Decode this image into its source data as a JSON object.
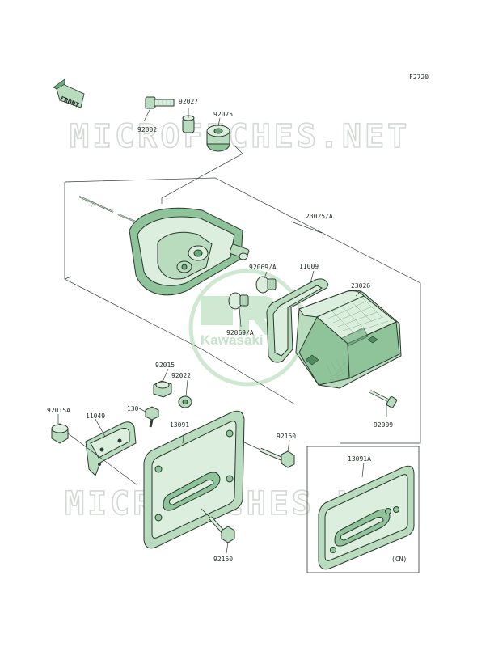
{
  "sheet": {
    "figure_code": "F2720",
    "front_tag": "FRONT",
    "watermark": "MICROFICHES.NET",
    "brand_logo": "Kawasaki",
    "variant_label": "(CN)"
  },
  "part_labels": {
    "p92002": "92002",
    "p92027": "92027",
    "p92075": "92075",
    "p23025A": "23025/A",
    "p92069A_upper": "92069/A",
    "p11009": "11009",
    "p23026": "23026",
    "p92069A_lower": "92069/A",
    "p92009": "92009",
    "p92015": "92015",
    "p92022": "92022",
    "p130": "130",
    "p92015A": "92015A",
    "p11049": "11049",
    "p13091": "13091",
    "p92150_right": "92150",
    "p13091A": "13091A",
    "p92150_bottom": "92150"
  },
  "colors": {
    "part_light": "#dcefdf",
    "part_mid": "#b9dcbf",
    "part_dark": "#6aa978",
    "linework": "#2f3a32",
    "watermark": "#d4d9d5"
  }
}
